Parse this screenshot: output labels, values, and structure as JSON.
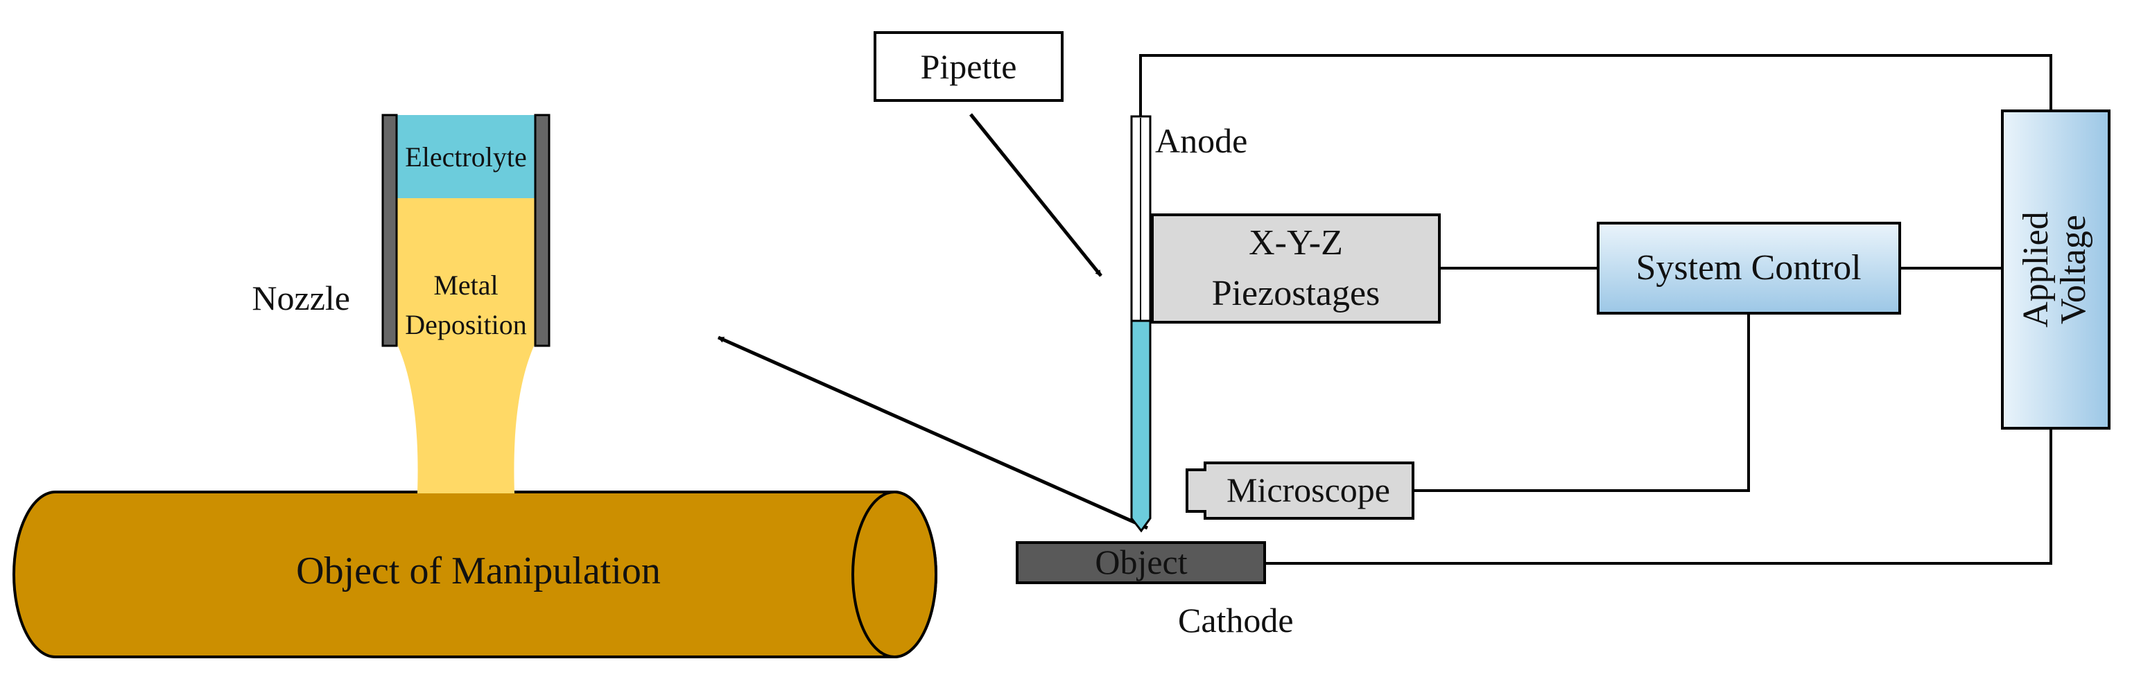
{
  "labels": {
    "pipette": "Pipette",
    "anode": "Anode",
    "stages_line1": "X-Y-Z",
    "stages_line2": "Piezostages",
    "system_control": "System Control",
    "voltage_line1": "Applied",
    "voltage_line2": "Voltage",
    "microscope": "Microscope",
    "object": "Object",
    "cathode": "Cathode",
    "nozzle": "Nozzle",
    "electrolyte": "Electrolyte",
    "metal_line1": "Metal",
    "metal_line2": "Deposition",
    "object_of_manipulation": "Object of Manipulation"
  },
  "colors": {
    "electrolyte": "#6cccdc",
    "metal_deposition": "#ffd966",
    "object_of_manipulation": "#cc8f00",
    "nozzle_wall": "#666666",
    "piezostage": "#d9d9d9",
    "object_block": "#595959",
    "control_box_top": "#eaf4fb",
    "control_box_bottom": "#9cc7e6",
    "line": "#000000"
  }
}
